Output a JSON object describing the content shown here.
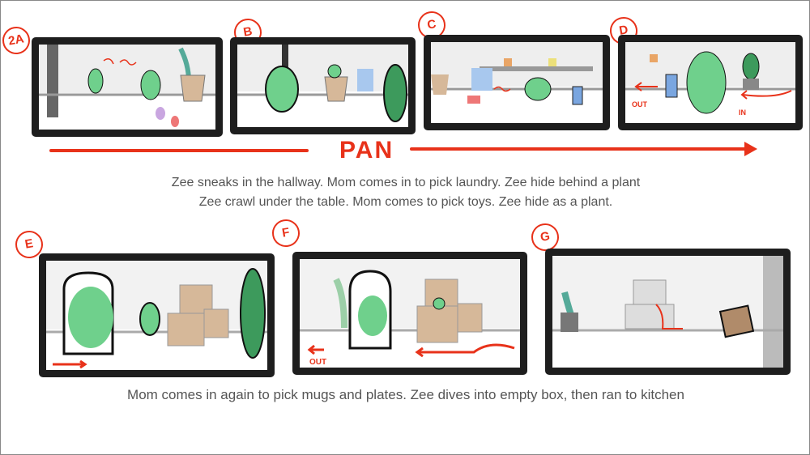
{
  "panels": [
    {
      "label": "2A"
    },
    {
      "label": "B"
    },
    {
      "label": "C"
    },
    {
      "label": "D",
      "annotations": [
        "OUT",
        "IN"
      ]
    },
    {
      "label": "E"
    },
    {
      "label": "F",
      "annotations": [
        "OUT"
      ]
    },
    {
      "label": "G"
    }
  ],
  "pan": {
    "label": "PAN"
  },
  "captions": {
    "top_line1": "Zee sneaks in the hallway. Mom comes in to pick laundry. Zee hide behind a plant",
    "top_line2": "Zee crawl under the table. Mom comes to pick toys. Zee hide as a plant.",
    "bottom": "Mom comes in again to pick mugs and plates. Zee dives into empty box, then ran to kitchen"
  },
  "colors": {
    "annotation": "#e8321a",
    "frame": "#1e1e1e",
    "zee": "#6fd08c",
    "box": "#d6b899",
    "caption": "#555555"
  }
}
